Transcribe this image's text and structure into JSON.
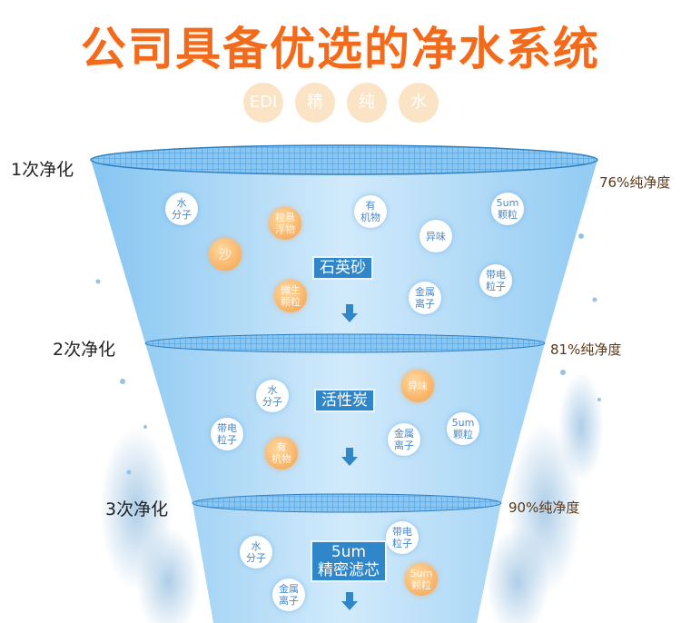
{
  "title": "公司具备优选的净水系统",
  "chips": [
    "EDI",
    "精",
    "纯",
    "水"
  ],
  "stages": [
    {
      "label": "1次净化",
      "purity": "76%纯净度",
      "media": [
        "石英砂"
      ],
      "particles": [
        {
          "text": [
            "水",
            "分子"
          ],
          "kind": "white"
        },
        {
          "text": [
            "粒悬",
            "浮物"
          ],
          "kind": "orange"
        },
        {
          "text": [
            "沙"
          ],
          "kind": "orange"
        },
        {
          "text": [
            "微生",
            "颗粒"
          ],
          "kind": "orange"
        },
        {
          "text": [
            "有",
            "机物"
          ],
          "kind": "white"
        },
        {
          "text": [
            "异味"
          ],
          "kind": "white"
        },
        {
          "text": [
            "5um",
            "颗粒"
          ],
          "kind": "white"
        },
        {
          "text": [
            "金属",
            "离子"
          ],
          "kind": "white"
        },
        {
          "text": [
            "带电",
            "粒子"
          ],
          "kind": "white"
        }
      ]
    },
    {
      "label": "2次净化",
      "purity": "81%纯净度",
      "media": [
        "活性炭"
      ],
      "particles": [
        {
          "text": [
            "水",
            "分子"
          ],
          "kind": "white"
        },
        {
          "text": [
            "异味"
          ],
          "kind": "orange"
        },
        {
          "text": [
            "带电",
            "粒子"
          ],
          "kind": "white"
        },
        {
          "text": [
            "有",
            "机物"
          ],
          "kind": "orange"
        },
        {
          "text": [
            "金属",
            "离子"
          ],
          "kind": "white"
        },
        {
          "text": [
            "5um",
            "颗粒"
          ],
          "kind": "white"
        }
      ]
    },
    {
      "label": "3次净化",
      "purity": "90%纯净度",
      "media": [
        "5um",
        "精密滤芯"
      ],
      "particles": [
        {
          "text": [
            "水",
            "分子"
          ],
          "kind": "white"
        },
        {
          "text": [
            "带电",
            "粒子"
          ],
          "kind": "white"
        },
        {
          "text": [
            "金属",
            "离子"
          ],
          "kind": "white"
        },
        {
          "text": [
            "5um",
            "颗粒"
          ],
          "kind": "orange"
        }
      ]
    }
  ]
}
